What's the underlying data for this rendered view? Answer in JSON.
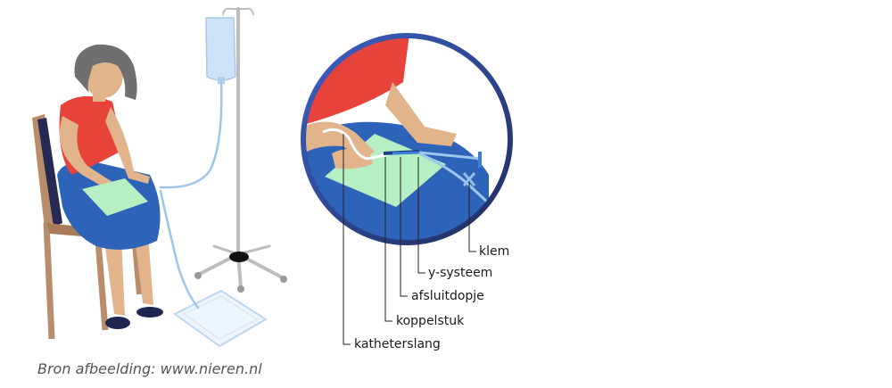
{
  "labels": {
    "klem": "klem",
    "y_systeem": "y-systeem",
    "afsluitdopje": "afsluitdopje",
    "koppelstuk": "koppelstuk",
    "katheterslang": "katheterslang"
  },
  "source": "Bron afbeelding: www.nieren.nl",
  "colors": {
    "shirt": "#e8433a",
    "skirt": "#2d63b8",
    "skin": "#e2b48c",
    "hair": "#6f6f6f",
    "chair": "#b98d6c",
    "cushion": "#262a52",
    "pad": "#b6efc4",
    "fluid_bag": "#cfe2f7",
    "tube": "#8fbfe8",
    "circle_border": "#2f4f9d"
  }
}
